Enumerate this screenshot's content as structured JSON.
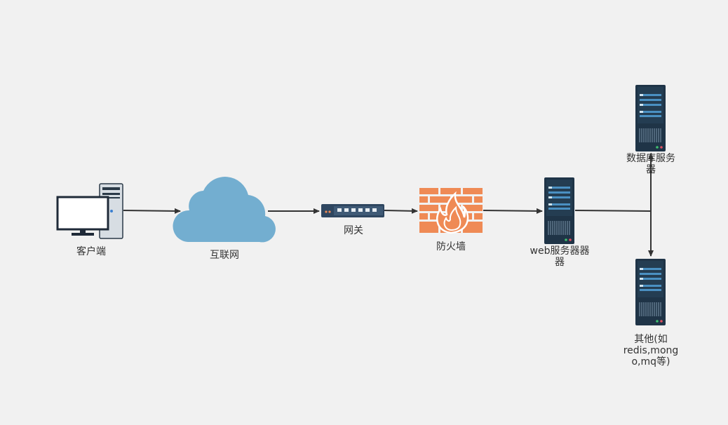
{
  "colors": {
    "background": "#f1f1f1",
    "line": "#333333",
    "cloud": "#73aed0",
    "firewall": "#ef8a55",
    "server_dark": "#1f3447",
    "server_stripe": "#4a90c2",
    "pc_monitor": "#1f2a38",
    "pc_tower": "#d7dde3"
  },
  "nodes": {
    "client": {
      "label": "客户端",
      "icon": "desktop-pc-icon"
    },
    "internet": {
      "label": "互联网",
      "icon": "cloud-icon"
    },
    "gateway": {
      "label": "网关",
      "icon": "switch-icon"
    },
    "firewall": {
      "label": "防火墙",
      "icon": "firewall-icon"
    },
    "web_server": {
      "label": "web服务器器",
      "label_line2": "器",
      "icon": "server-icon"
    },
    "db_server": {
      "label": "数据库服务",
      "label_line2": "器",
      "icon": "server-icon"
    },
    "other_server": {
      "label": "其他(如",
      "label_line2": "redis,mong",
      "label_line3": "o,mq等)",
      "icon": "server-icon"
    }
  }
}
